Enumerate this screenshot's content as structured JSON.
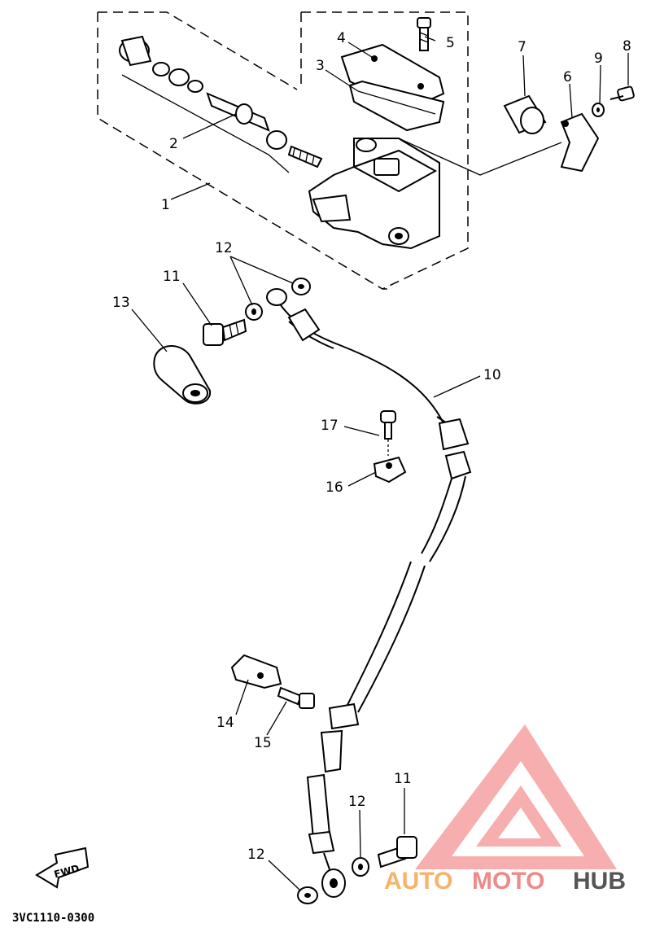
{
  "callouts": {
    "c1": "1",
    "c2": "2",
    "c3": "3",
    "c4": "4",
    "c5": "5",
    "c6": "6",
    "c7": "7",
    "c8": "8",
    "c9": "9",
    "c10": "10",
    "c11a": "11",
    "c11b": "11",
    "c12a": "12",
    "c12b": "12",
    "c12c": "12",
    "c13": "13",
    "c14": "14",
    "c15": "15",
    "c16": "16",
    "c17": "17"
  },
  "fwd_label": "FWD",
  "diagram_code": "3VC1110-0300",
  "watermark": {
    "auto": "AUTO",
    "moto": "MOTO",
    "hub": "HUB",
    "colors": {
      "red": "#f08a8a",
      "orange": "#f6b36a",
      "gray": "#555555"
    }
  }
}
